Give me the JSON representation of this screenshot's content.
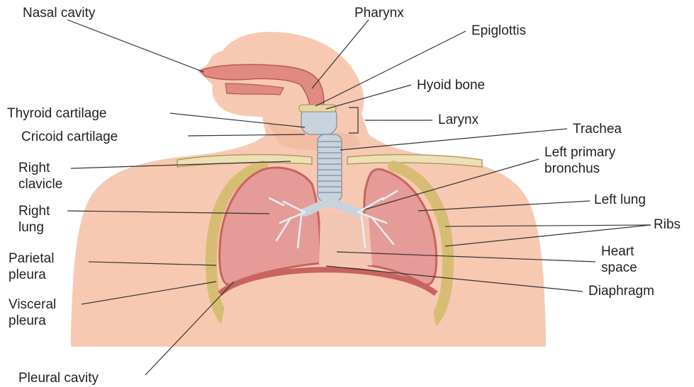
{
  "labels": {
    "nasal_cavity": "Nasal cavity",
    "pharynx": "Pharynx",
    "epiglottis": "Epiglottis",
    "hyoid_bone": "Hyoid bone",
    "thyroid_cartilage": "Thyroid cartilage",
    "larynx": "Larynx",
    "cricoid_cartilage": "Cricoid cartilage",
    "trachea": "Trachea",
    "right_clavicle_1": "Right",
    "right_clavicle_2": "clavicle",
    "left_primary_bronchus_1": "Left primary",
    "left_primary_bronchus_2": "bronchus",
    "right_lung_1": "Right",
    "right_lung_2": "lung",
    "left_lung": "Left lung",
    "ribs": "Ribs",
    "parietal_pleura_1": "Parietal",
    "parietal_pleura_2": "pleura",
    "heart_space_1": "Heart",
    "heart_space_2": "space",
    "visceral_pleura_1": "Visceral",
    "visceral_pleura_2": "pleura",
    "diaphragm": "Diaphragm",
    "pleural_cavity": "Pleural cavity"
  },
  "colors": {
    "skin": "#f7c9b2",
    "skin_shadow": "#eeb59a",
    "lung": "#e59b98",
    "lung_dark": "#c9635f",
    "airway": "#c9d3de",
    "rib": "#d7bd73",
    "nasal": "#e08a82",
    "leader_line": "#333333"
  }
}
